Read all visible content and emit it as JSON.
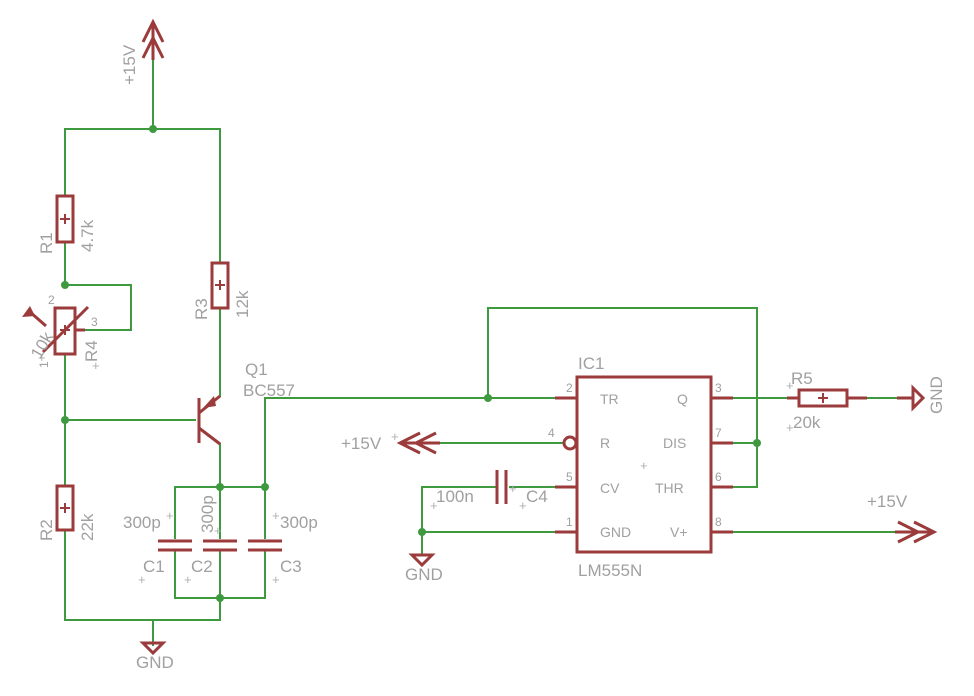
{
  "supply": {
    "vcc": "+15V",
    "gnd": "GND"
  },
  "R1": {
    "name": "R1",
    "value": "4.7k"
  },
  "R2": {
    "name": "R2",
    "value": "22k"
  },
  "R3": {
    "name": "R3",
    "value": "12k"
  },
  "R4": {
    "name": "R4",
    "value": "10k",
    "pins": [
      "2",
      "3",
      "1"
    ]
  },
  "R5": {
    "name": "R5",
    "value": "20k"
  },
  "Q1": {
    "name": "Q1",
    "value": "BC557"
  },
  "C1": {
    "name": "C1",
    "value": "300p"
  },
  "C2": {
    "name": "C2",
    "value": "300p"
  },
  "C3": {
    "name": "C3",
    "value": "300p"
  },
  "C4": {
    "name": "C4",
    "value": "100n"
  },
  "IC1": {
    "name": "IC1",
    "value": "LM555N",
    "left_pins": [
      {
        "num": "2",
        "name": "TR"
      },
      {
        "num": "4",
        "name": "R"
      },
      {
        "num": "5",
        "name": "CV"
      },
      {
        "num": "1",
        "name": "GND"
      }
    ],
    "right_pins": [
      {
        "num": "3",
        "name": "Q"
      },
      {
        "num": "7",
        "name": "DIS"
      },
      {
        "num": "6",
        "name": "THR"
      },
      {
        "num": "8",
        "name": "V+"
      }
    ]
  }
}
